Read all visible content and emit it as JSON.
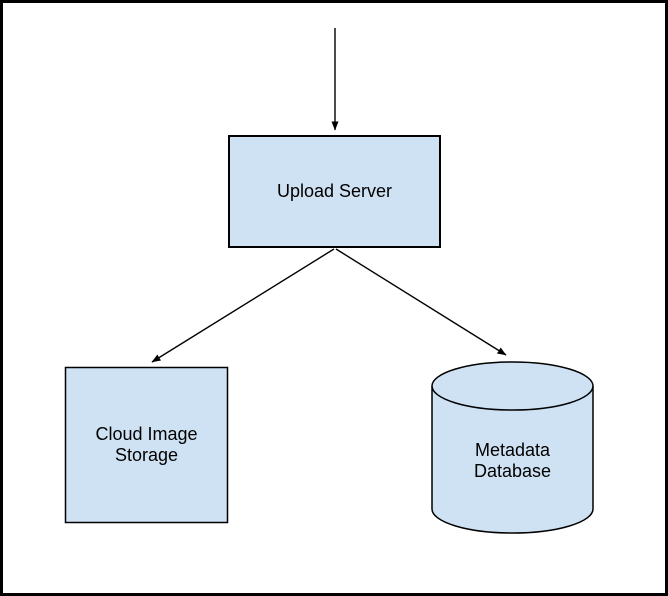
{
  "diagram": {
    "type": "flowchart",
    "colors": {
      "shape_fill": "#cfe2f3",
      "shape_stroke": "#000000",
      "arrow_color": "#000000",
      "canvas_background": "#ffffff",
      "frame_border": "#000000",
      "text_color": "#000000"
    },
    "nodes": {
      "upload_server": {
        "shape": "rectangle",
        "label": "Upload Server"
      },
      "cloud_image_storage": {
        "shape": "rectangle",
        "lines": [
          "Cloud Image",
          "Storage"
        ]
      },
      "metadata_database": {
        "shape": "cylinder",
        "lines": [
          "Metadata",
          "Database"
        ]
      }
    },
    "edges": [
      {
        "from": "offscreen-top",
        "to": "upload_server",
        "style": "arrow"
      },
      {
        "from": "upload_server",
        "to": "cloud_image_storage",
        "style": "arrow"
      },
      {
        "from": "upload_server",
        "to": "metadata_database",
        "style": "arrow"
      }
    ]
  }
}
